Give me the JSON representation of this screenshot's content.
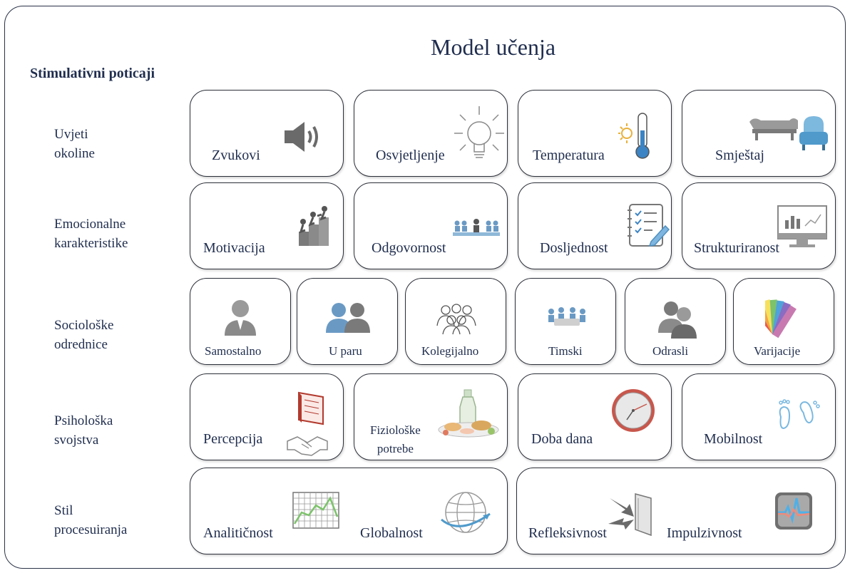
{
  "title": "Model učenja",
  "subtitle": "Stimulativni poticaji",
  "rows": [
    {
      "label": "Uvjeti\nokoline"
    },
    {
      "label": "Emocionalne\nkarakteristike"
    },
    {
      "label": "Sociološke\nodrednice"
    },
    {
      "label": "Psihološka\nsvojstva"
    },
    {
      "label": "Stil\nprocesuiranja"
    }
  ],
  "cards": {
    "zvukovi": "Zvukovi",
    "osvjetljenje": "Osvjetljenje",
    "temperatura": "Temperatura",
    "smjestaj": "Smještaj",
    "motivacija": "Motivacija",
    "odgovornost": "Odgovornost",
    "dosljednost": "Dosljednost",
    "strukturiranost": "Strukturiranost",
    "samostalno": "Samostalno",
    "u_paru": "U paru",
    "kolegijalno": "Kolegijalno",
    "timski": "Timski",
    "odrasli": "Odrasli",
    "varijacije": "Varijacije",
    "percepcija": "Percepcija",
    "fizioloske_potrebe": "Fiziološke\npotrebe",
    "doba_dana": "Doba dana",
    "mobilnost": "Mobilnost",
    "analiticnost": "Analitičnost",
    "globalnost": "Globalnost",
    "refleksivnost": "Refleksivnost",
    "impulzivnost": "Impulzivnost"
  },
  "icons": {
    "zvukovi": "speaker-icon",
    "osvjetljenje": "lightbulb-icon",
    "temperatura": "thermometer-sun-icon",
    "smjestaj": "furniture-icon",
    "motivacija": "climbing-people-icon",
    "odgovornost": "meeting-icon",
    "dosljednost": "checklist-icon",
    "strukturiranost": "monitor-chart-icon",
    "samostalno": "single-person-icon",
    "u_paru": "two-people-icon",
    "kolegijalno": "group-outline-icon",
    "timski": "team-table-icon",
    "odrasli": "adults-icon",
    "varijacije": "color-swatch-icon",
    "percepcija": "book-handshake-icon",
    "fizioloske_potrebe": "food-icon",
    "doba_dana": "clock-icon",
    "mobilnost": "footprints-icon",
    "analiticnost": "grid-chart-icon",
    "globalnost": "globe-icon",
    "refleksivnost": "reflect-arrow-icon",
    "impulzivnost": "pulse-icon"
  }
}
